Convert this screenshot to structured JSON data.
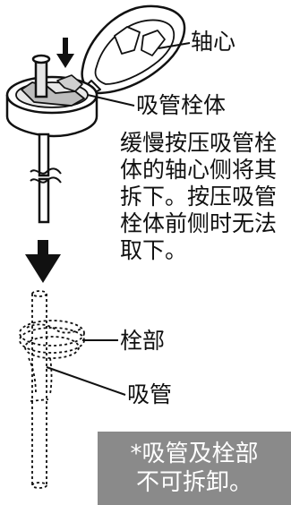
{
  "labels": {
    "shaft": "轴心",
    "straw_plug_body": "吸管栓体",
    "plug_part": "栓部",
    "straw": "吸管"
  },
  "instruction": {
    "lines": [
      "缓慢按压吸管栓",
      "体的轴心侧将其",
      "拆下。按压吸管",
      "栓体前侧时无法",
      "取下。"
    ]
  },
  "note": {
    "lines": [
      "*吸管及栓部",
      "不可拆卸。"
    ]
  },
  "colors": {
    "line": "#111111",
    "note_background": "#8a8a8a",
    "note_text": "#ffffff"
  },
  "icons": [
    "down-arrow-icon"
  ]
}
